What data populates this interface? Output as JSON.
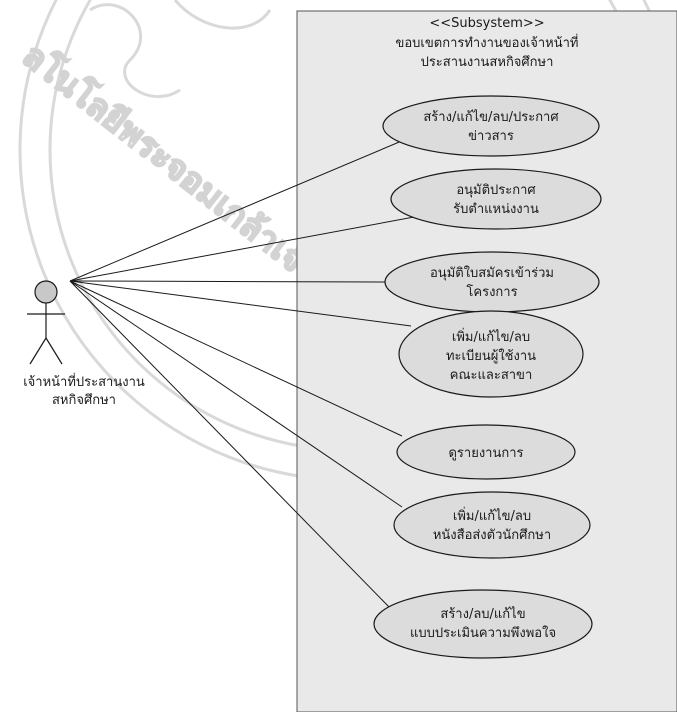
{
  "subsystem": {
    "stereotype": "<<Subsystem>>",
    "title_lines": [
      "ขอบเขตการทำงานของเจ้าหน้าที่",
      "ประสานงานสหกิจศึกษา"
    ]
  },
  "actor": {
    "name_lines": [
      "เจ้าหน้าที่ประสานงาน",
      "สหกิจศึกษา"
    ]
  },
  "use_cases": [
    {
      "lines": [
        "สร้าง/แก้ไข/ลบ/ประกาศ",
        "ข่าวสาร"
      ]
    },
    {
      "lines": [
        "อนุมัติประกาศ",
        "รับตำแหน่งงาน"
      ]
    },
    {
      "lines": [
        "อนุมัติใบสมัครเข้าร่วม",
        "โครงการ"
      ]
    },
    {
      "lines": [
        "เพิ่ม/แก้ไข/ลบ",
        "ทะเบียนผู้ใช้งาน",
        "คณะและสาขา"
      ]
    },
    {
      "lines": [
        "ดูรายงานการ"
      ]
    },
    {
      "lines": [
        "เพิ่ม/แก้ไข/ลบ",
        "หนังสือส่งตัวนักศึกษา"
      ]
    },
    {
      "lines": [
        "สร้าง/ลบ/แก้ไข",
        "แบบประเมินความพึงพอใจ"
      ]
    }
  ],
  "colors": {
    "boundary_fill": "#e9e9e9",
    "usecase_fill": "#dcdcdc",
    "line": "#1a1a1a"
  }
}
